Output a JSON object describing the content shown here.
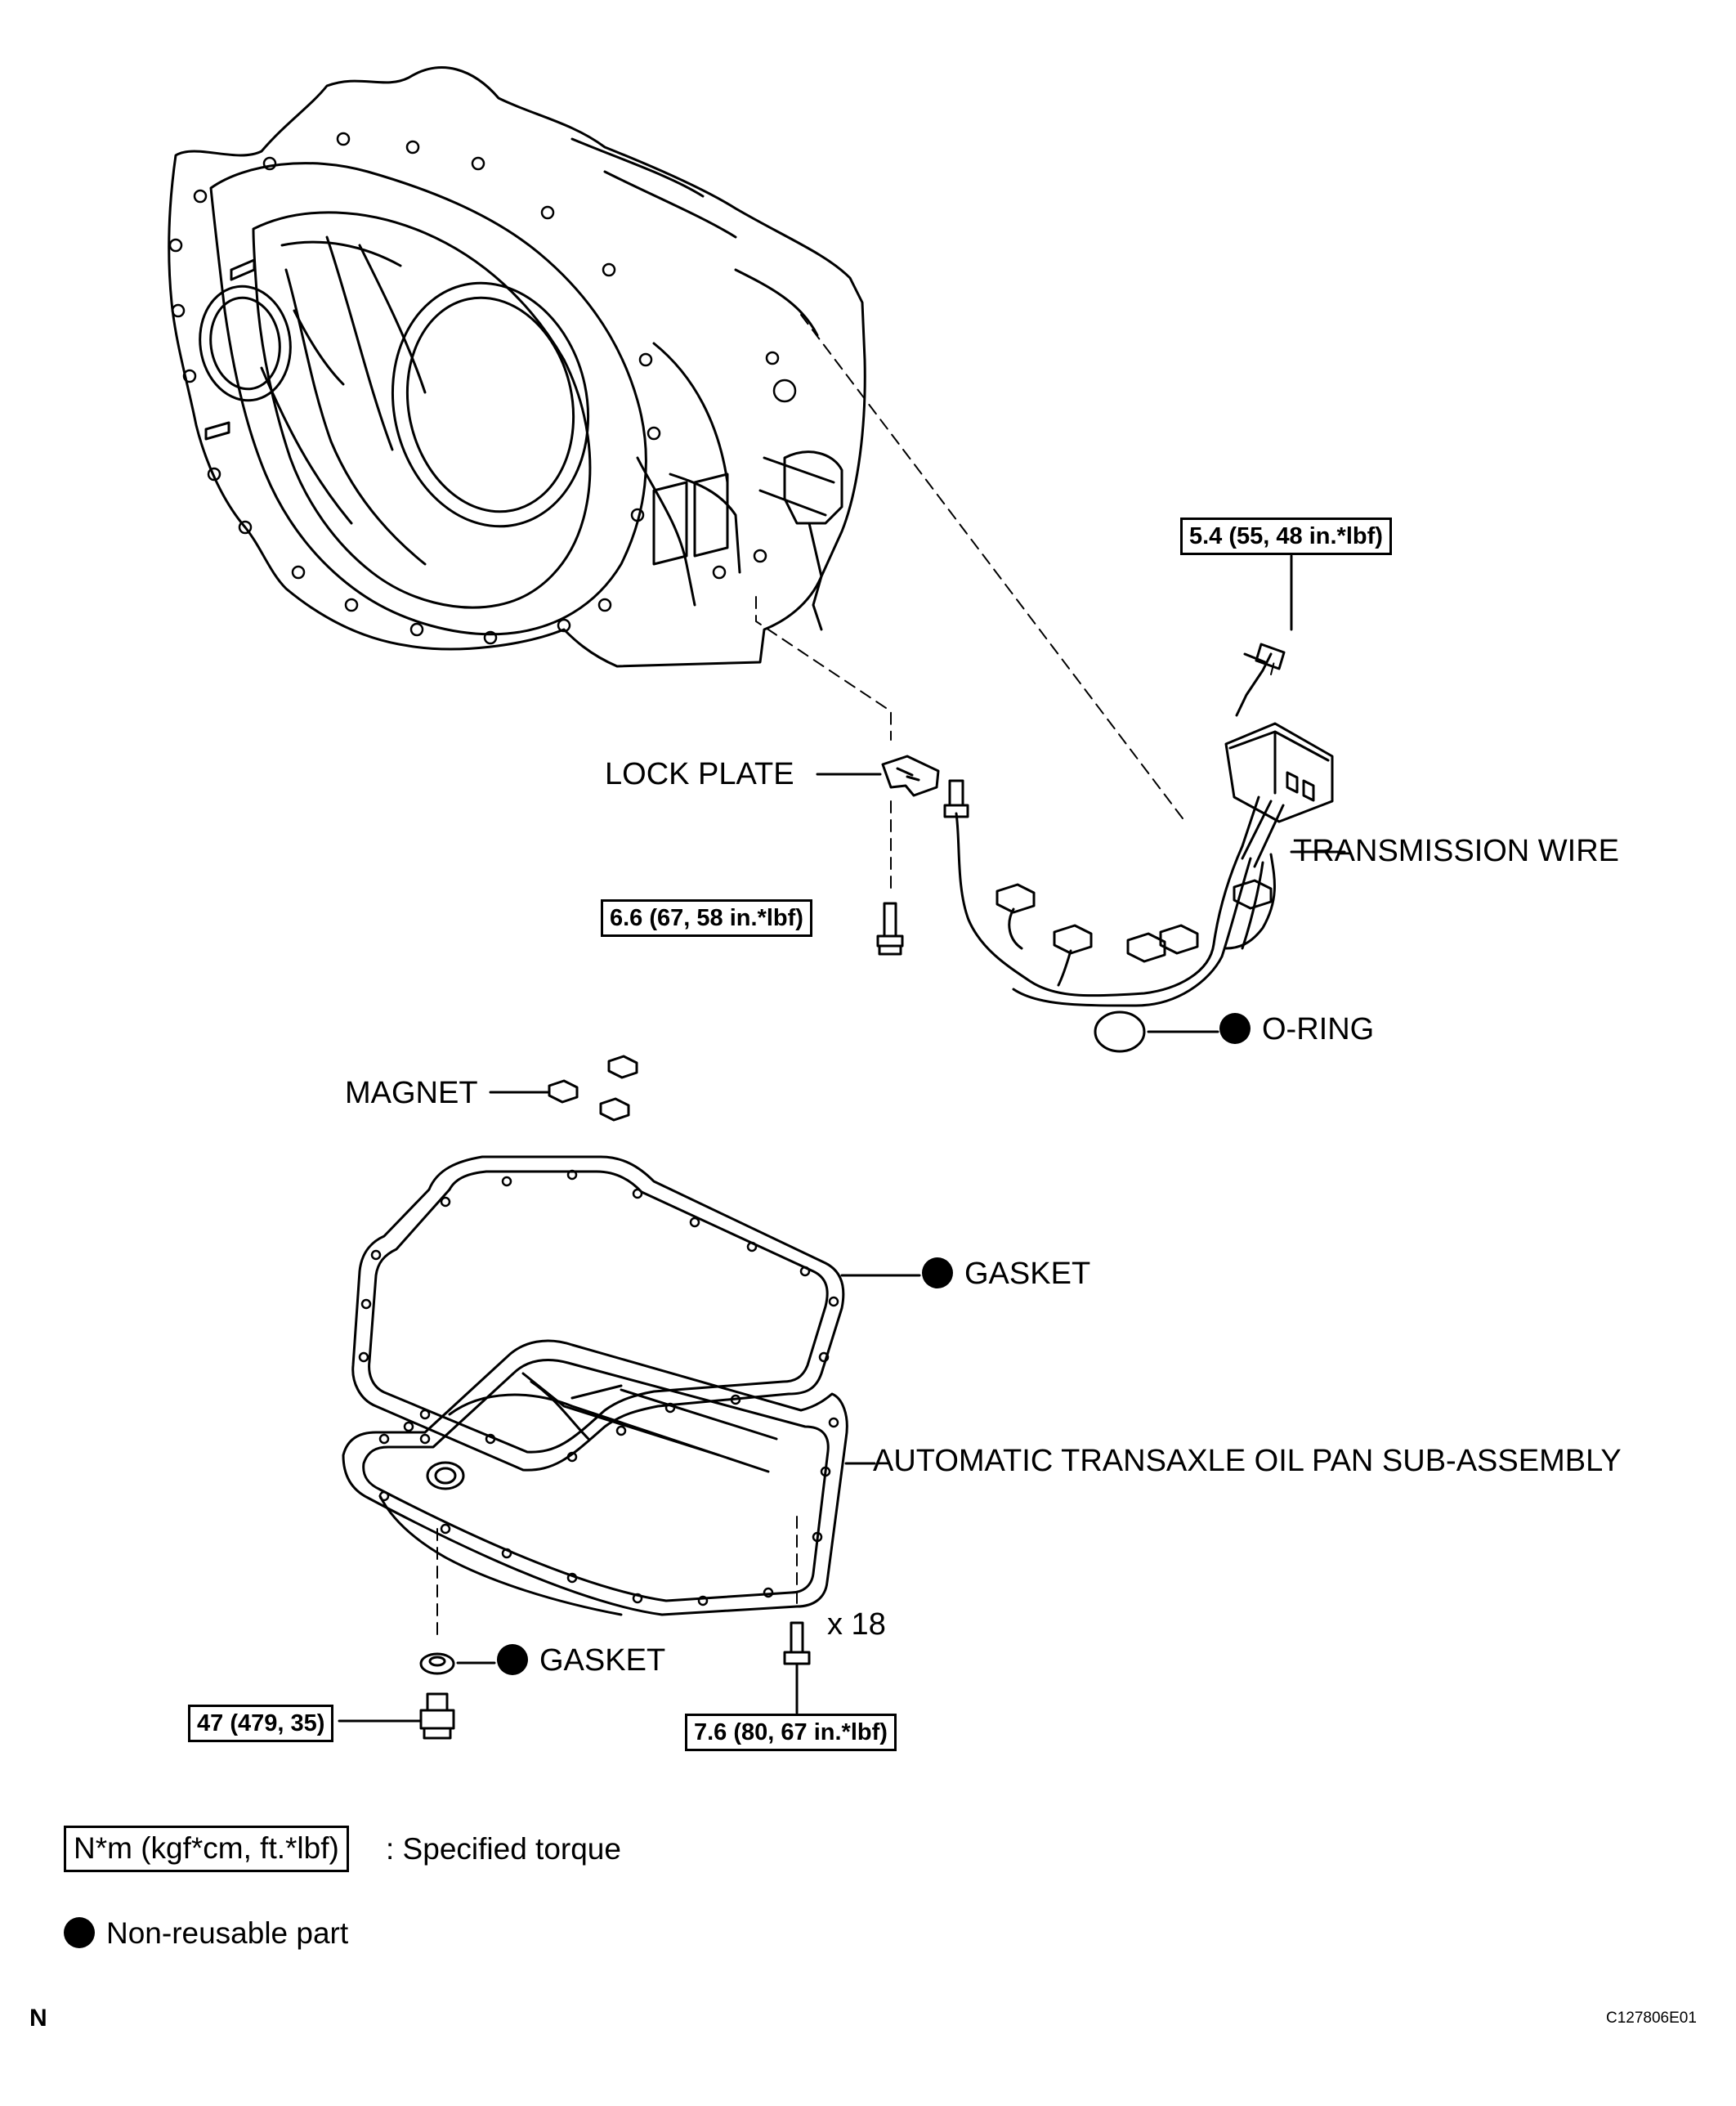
{
  "labels": {
    "lock_plate": "LOCK PLATE",
    "transmission_wire": "TRANSMISSION WIRE",
    "o_ring": "O-RING",
    "magnet": "MAGNET",
    "gasket_upper": "GASKET",
    "oil_pan": "AUTOMATIC TRANSAXLE OIL PAN SUB-ASSEMBLY",
    "gasket_lower": "GASKET",
    "quantity": "x 18"
  },
  "torques": {
    "wire_bolt": "5.4 (55, 48 in.*lbf)",
    "lock_plate_bolt": "6.6 (67, 58 in.*lbf)",
    "drain_plug": "47 (479, 35)",
    "pan_bolt": "7.6 (80, 67 in.*lbf)"
  },
  "legend": {
    "torque_unit": "N*m (kgf*cm, ft.*lbf)",
    "torque_desc": ": Specified torque",
    "nonreusable": "Non-reusable part"
  },
  "footer": {
    "left_mark": "N",
    "figure_code": "C127806E01"
  }
}
